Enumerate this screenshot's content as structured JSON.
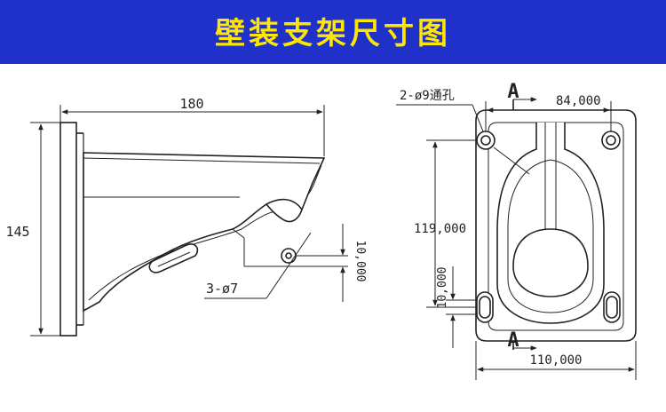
{
  "header": {
    "title": "壁装支架尺寸图",
    "background": "#1f31c9",
    "title_color": "#ffe600"
  },
  "side_view": {
    "width_label": "180",
    "height_label": "145",
    "hole_label": "3-ø7",
    "offset_label": "10,000"
  },
  "front_view": {
    "hole_label": "2-ø9通孔",
    "section_top": "A",
    "section_bottom": "A",
    "top_spacing_label": "84,000",
    "vertical_spacing_label": "119,000",
    "slot_offset_label": "10,000",
    "width_label": "110,000"
  }
}
